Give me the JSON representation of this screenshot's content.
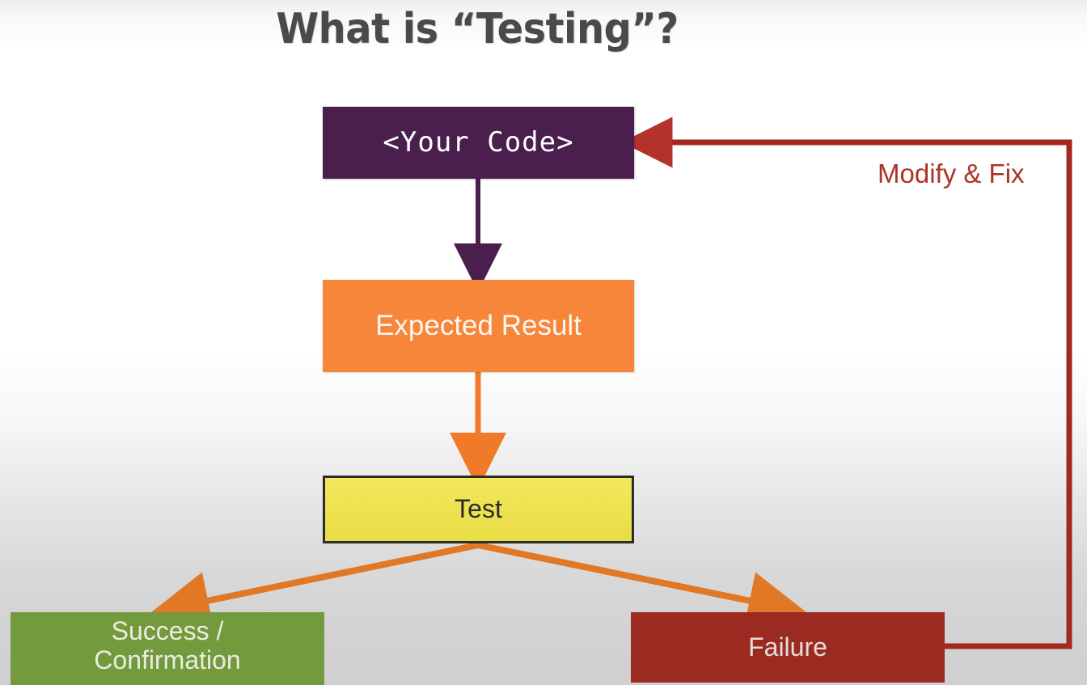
{
  "slide": {
    "title": "What is “Testing”?",
    "background": {
      "top_color": "#ffffff",
      "bottom_color": "#cfcfd0"
    }
  },
  "nodes": [
    {
      "id": "your-code",
      "label": "<Your Code>",
      "fill": "#4a1f4d",
      "text_color": "#ffffff"
    },
    {
      "id": "expected-result",
      "label": "Expected Result",
      "fill": "#f5863a",
      "text_color": "#fdf6ef"
    },
    {
      "id": "test",
      "label": "Test",
      "fill": "#eee24c",
      "border_color": "#2c2c2c",
      "text_color": "#2b2b2b"
    },
    {
      "id": "success",
      "label_line1": "Success /",
      "label_line2": "Confirmation",
      "fill": "#739a3d",
      "text_color": "#e9eddf"
    },
    {
      "id": "failure",
      "label": "Failure",
      "fill": "#9b2b21",
      "text_color": "#e7dcda"
    }
  ],
  "connectors": [
    {
      "id": "code-to-expected",
      "from": "your-code",
      "to": "expected-result",
      "color": "#4a1f4d",
      "label": ""
    },
    {
      "id": "expected-to-test",
      "from": "expected-result",
      "to": "test",
      "color": "#f07a28",
      "label": ""
    },
    {
      "id": "test-to-success",
      "from": "test",
      "to": "success",
      "color": "#e07826",
      "label": ""
    },
    {
      "id": "test-to-failure",
      "from": "test",
      "to": "failure",
      "color": "#e07826",
      "label": ""
    },
    {
      "id": "failure-to-code",
      "from": "failure",
      "to": "your-code",
      "color": "#a3291f",
      "label": "Modify & Fix"
    }
  ]
}
